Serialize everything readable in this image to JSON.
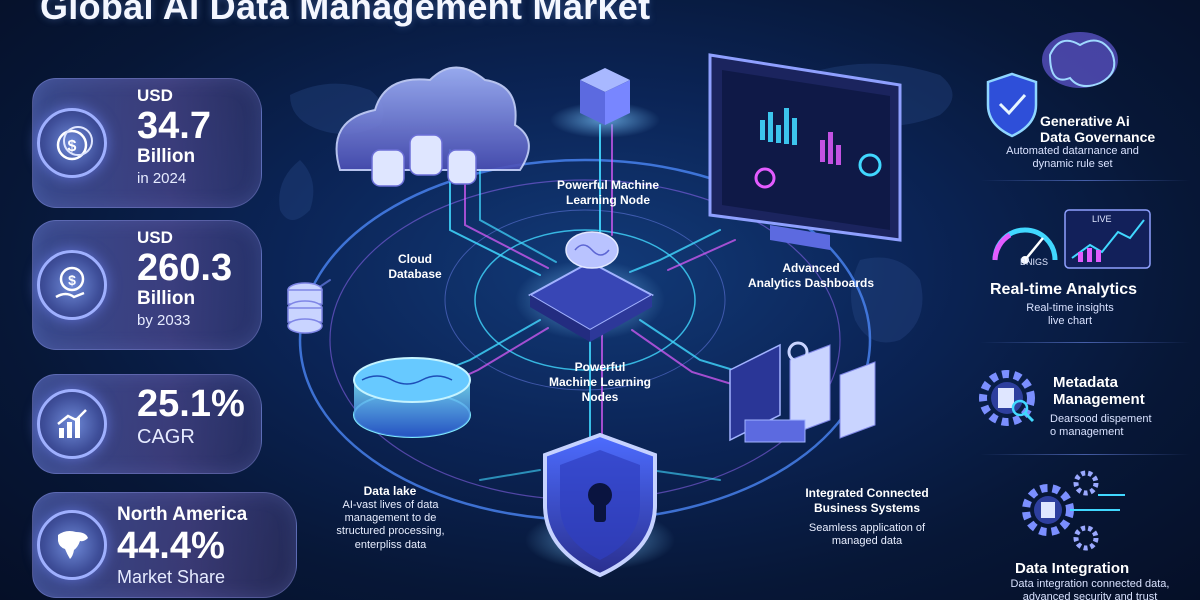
{
  "title": "Global AI Data Management Market",
  "stats": [
    {
      "prefix": "USD",
      "value": "34.7",
      "unit": "Billion",
      "detail": "in 2024",
      "icon": "coins-icon"
    },
    {
      "prefix": "USD",
      "value": "260.3",
      "unit": "Billion",
      "detail": "by 2033",
      "icon": "money-hand-icon"
    },
    {
      "prefix": "",
      "value": "25.1%",
      "unit": "",
      "detail": "CAGR",
      "icon": "growth-chart-icon"
    },
    {
      "prefix": "North America",
      "value": "44.4%",
      "unit": "",
      "detail": "Market Share",
      "icon": "north-america-map-icon"
    }
  ],
  "nodes": {
    "ml_node_top": "Powerful Machine\nLearning Node",
    "cloud_db": "Cloud\nDatabase",
    "analytics": "Advanced\nAnalytics Dashboards",
    "ml_nodes_center": "Powerful\nMachine Learning\nNodes",
    "data_lake": "Data lake",
    "data_lake_desc": "AI-vast lives of data\nmanagement to de\nstructured processing,\nenterpliss data",
    "integrated": "Integrated Connected\nBusiness Systems",
    "integrated_desc": "Seamless application of\nmanaged data"
  },
  "features": [
    {
      "title": "Generative Ai\nData Governance",
      "desc": "Automated datarnance and\ndynamic rule set",
      "icon": "shield-check-icon"
    },
    {
      "title": "Real-time Analytics",
      "desc": "Real-time insights\nlive chart",
      "icon": "gauge-chart-icon",
      "gauge_label": "BNIGS",
      "live_label": "LIVE"
    },
    {
      "title": "Metadata\nManagement",
      "desc": "Dearsood dispement\no management",
      "icon": "gear-document-icon"
    },
    {
      "title": "Data Integration",
      "desc": "Data integration connected data,\nadvanced security and trust",
      "icon": "gears-icon"
    }
  ],
  "colors": {
    "accent_cyan": "#41d8ff",
    "accent_violet": "#a06bff",
    "accent_pink": "#e35cff"
  }
}
